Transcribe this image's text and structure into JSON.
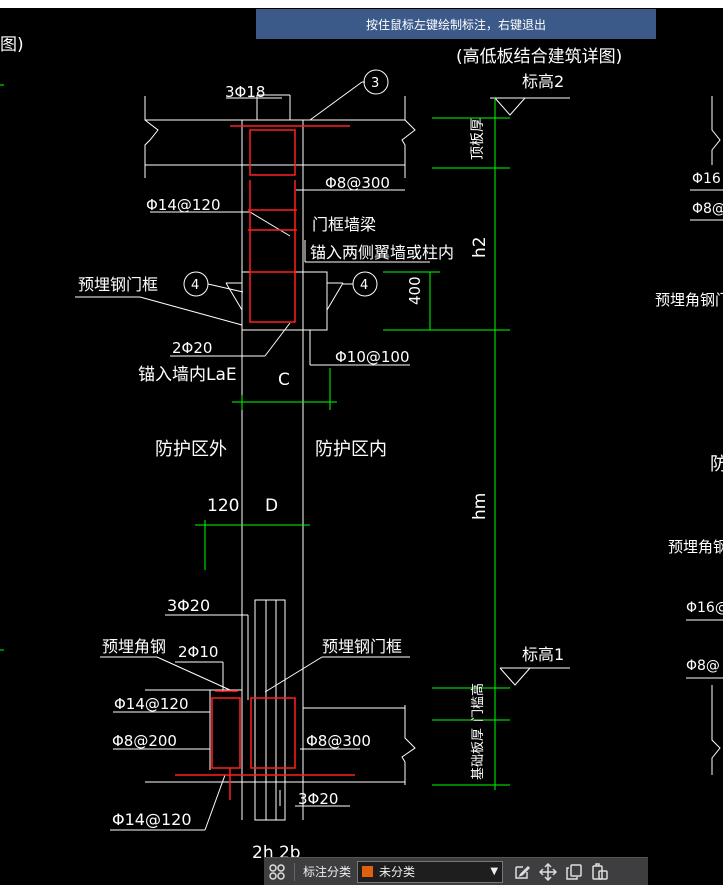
{
  "banner": {
    "text": "按住鼠标左键绘制标注，右键退出"
  },
  "drawing": {
    "title": "(高低板结合建筑详图)",
    "elev2": "标高2",
    "elev1": "标高1",
    "top_slab_thk": "顶板厚",
    "door_sill": "门槛高",
    "base_slab_thk": "基础板厚",
    "h2": "h2",
    "hm": "hm",
    "dim400": "400",
    "callout3": "3",
    "callout4": "4",
    "lbl_3phi18": "3Φ18",
    "lbl_phi8_300_top": "Φ8@300",
    "lbl_phi14_120_top": "Φ14@120",
    "lbl_door_beam": "门框墙梁",
    "lbl_anchor_wing": "锚入两侧翼墙或柱内",
    "lbl_embed_frame_top": "预埋钢门框",
    "lbl_2phi20": "2Φ20",
    "lbl_anchor_lae": "锚入墙内LaE",
    "lbl_phi10_100": "Φ10@100",
    "lbl_c": "C",
    "lbl_outside": "防护区外",
    "lbl_inside": "防护区内",
    "lbl_120": "120",
    "lbl_d": "D",
    "lbl_3phi20_a": "3Φ20",
    "lbl_embed_angle": "预埋角钢",
    "lbl_2phi10": "2Φ10",
    "lbl_embed_frame_bot": "预埋钢门框",
    "lbl_phi14_120_mid": "Φ14@120",
    "lbl_phi8_200": "Φ8@200",
    "lbl_phi8_300_bot": "Φ8@300",
    "lbl_3phi20_b": "3Φ20",
    "lbl_phi14_120_bot": "Φ14@120",
    "lbl_bottom_text": "2h 2b",
    "left_partial": "图)",
    "right_phi16_a": "Φ16",
    "right_phi8_a": "Φ8@",
    "right_embed_angle_a": "预埋角钢门",
    "right_fang": "防",
    "right_embed_angle_b": "预埋角钢",
    "right_phi16_b": "Φ16@",
    "right_phi8_b": "Φ8@"
  },
  "toolbar": {
    "grid_icon": "grid-icon",
    "category_label": "标注分类",
    "category_value": "未分类",
    "category_color": "#e06010",
    "edit_icon": "edit-icon",
    "move_icon": "move-icon",
    "copy_icon": "copy-icon",
    "paste_icon": "paste-icon"
  },
  "colors": {
    "background": "#000000",
    "lines": "#ffffff",
    "dimension": "#00ff00",
    "rebar": "#ff2020",
    "banner": "#3b5a8a"
  }
}
